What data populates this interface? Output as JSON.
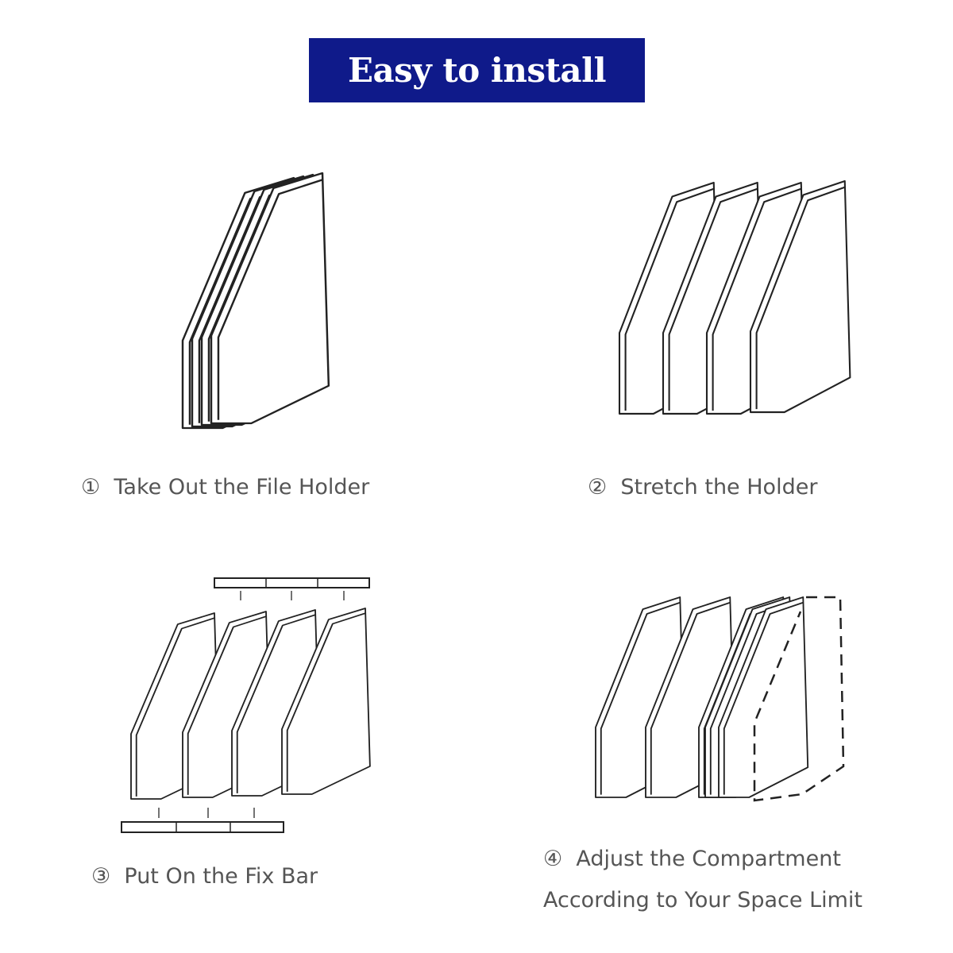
{
  "title": "Easy to install",
  "steps": [
    {
      "number": "①",
      "label": "Take Out the File Holder"
    },
    {
      "number": "②",
      "label": "Stretch the Holder"
    },
    {
      "number": "③",
      "label": "Put On the Fix Bar"
    },
    {
      "number": "④",
      "label": "Adjust the Compartment",
      "label_line2": "According to Your Space Limit"
    }
  ],
  "colors": {
    "banner": "#0f1a8a",
    "text": "#555555",
    "line": "#222222"
  }
}
